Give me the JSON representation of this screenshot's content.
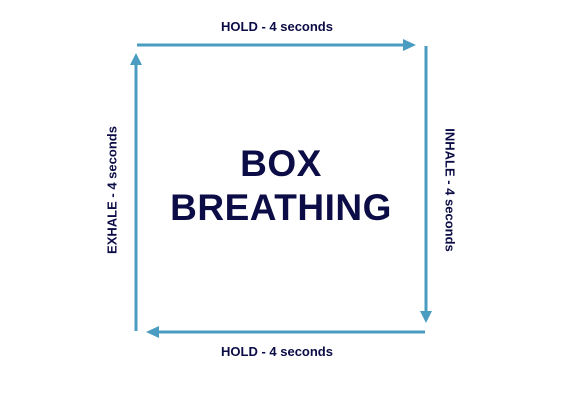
{
  "colors": {
    "arrow": "#4a9cc0",
    "text": "#0c0c46",
    "background": "#ffffff"
  },
  "title": {
    "line1": "BOX",
    "line2": "BREATHING"
  },
  "edges": {
    "top": "HOLD - 4 seconds",
    "right": "INHALE - 4 seconds",
    "bottom": "HOLD - 4 seconds",
    "left": "EXHALE - 4 seconds"
  }
}
